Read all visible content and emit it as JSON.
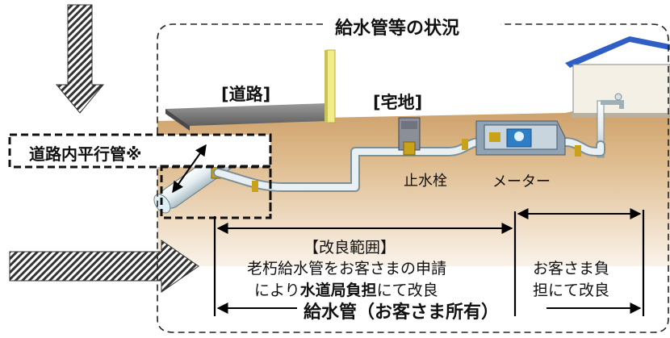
{
  "diagram": {
    "title": "給水管等の状況",
    "road_label": "[道路]",
    "lot_label": "[宅地]",
    "parallel_pipe_label": "道路内平行管※",
    "stopcock_label": "止水栓",
    "meter_label": "メーター",
    "improvement_title": "【改良範囲】",
    "improvement_line1": "老朽給水管をお客さまの申請",
    "improvement_line2_pre": "により",
    "improvement_line2_bold": "水道局負担",
    "improvement_line2_post": "にて改良",
    "customer_line1": "お客さま負",
    "customer_line2": "担にて改良",
    "ownership_label": "給水管（お客さま所有）"
  },
  "colors": {
    "ground_top": "#d8b07a",
    "ground_bottom": "#f6ecde",
    "road": "#7d7d7d",
    "pipe": "#e9f1f4",
    "valve": "#c9a21a",
    "meter_box": "#7f93a6",
    "roof": "#2f5fc4"
  }
}
